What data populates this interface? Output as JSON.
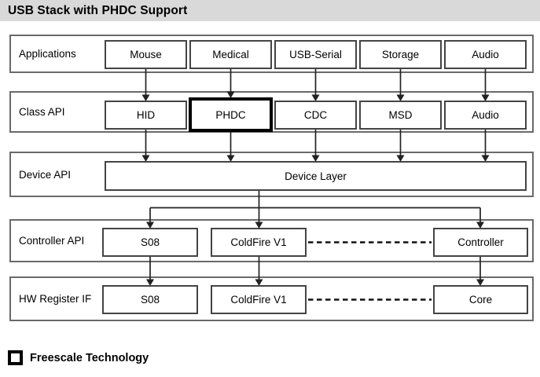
{
  "title": "USB Stack with PHDC Support",
  "diagram": {
    "rows": [
      {
        "label": "Applications",
        "boxes": [
          "Mouse",
          "Medical",
          "USB-Serial",
          "Storage",
          "Audio"
        ]
      },
      {
        "label": "Class API",
        "boxes": [
          "HID",
          "PHDC",
          "CDC",
          "MSD",
          "Audio"
        ],
        "highlighted_box": "PHDC"
      },
      {
        "label": "Device API",
        "boxes": [
          "Device Layer"
        ]
      },
      {
        "label": "Controller API",
        "boxes": [
          "S08",
          "ColdFire V1",
          "Controller"
        ]
      },
      {
        "label": "HW Register IF",
        "boxes": [
          "S08",
          "ColdFire V1",
          "Core"
        ]
      }
    ]
  },
  "legend": {
    "label": "Freescale Technology"
  },
  "colors": {
    "title_bar_bg": "#d9d9d9",
    "container_border": "#6a6a6a",
    "box_border": "#444444",
    "highlight_border": "#000000",
    "connector": "#222222"
  }
}
